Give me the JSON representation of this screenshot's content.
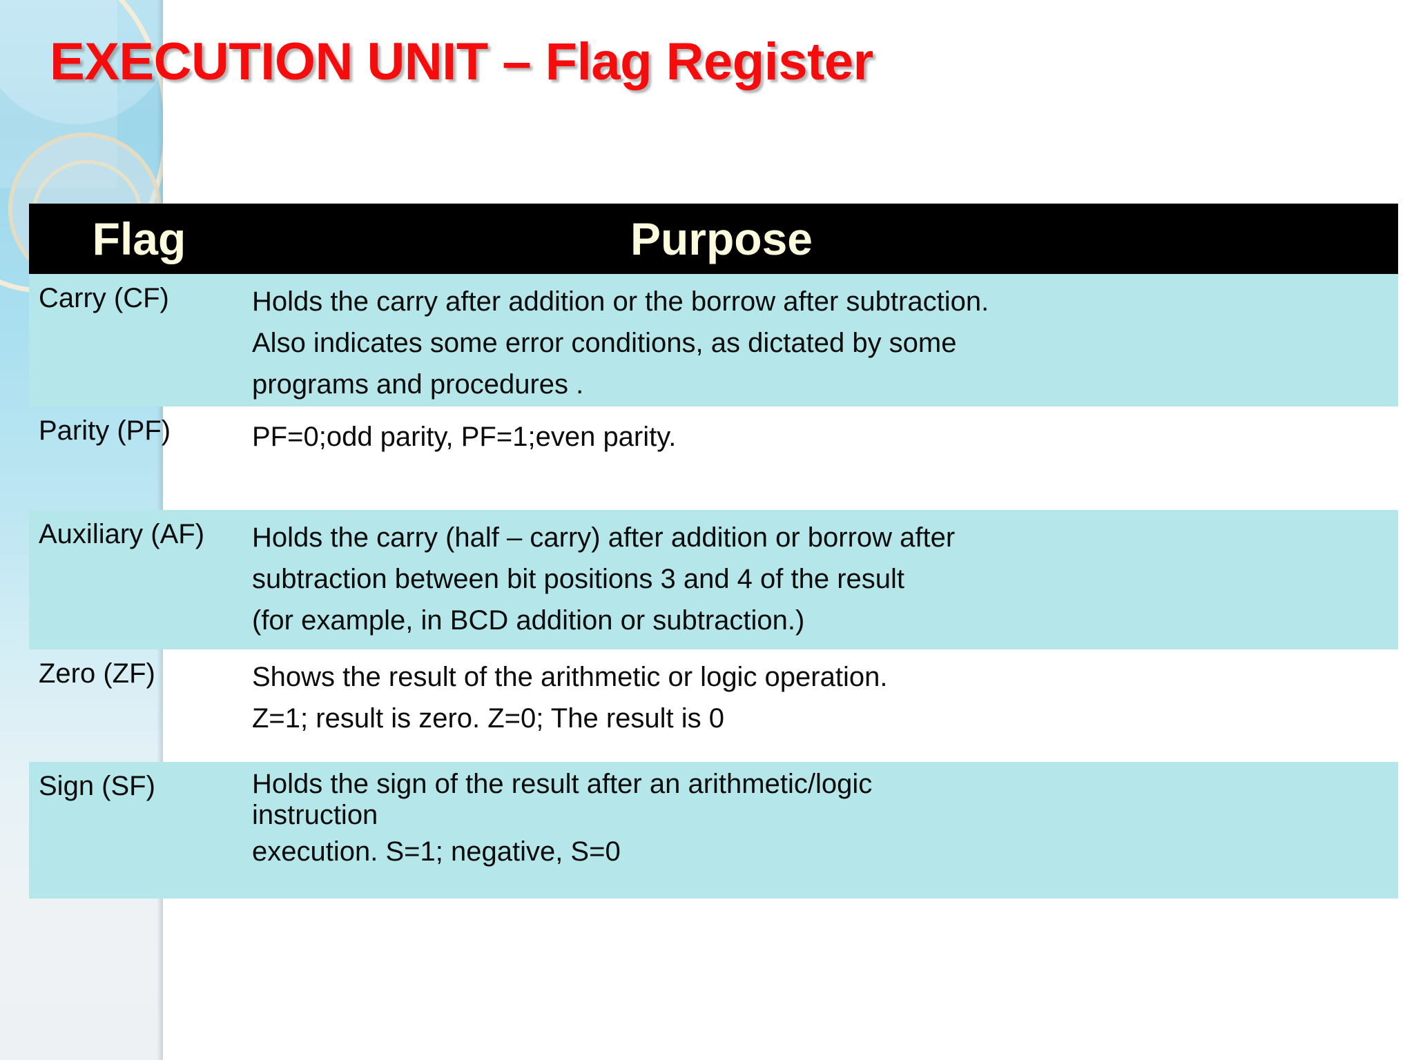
{
  "slide": {
    "title": "EXECUTION UNIT – Flag Register",
    "title_color": "#f50d0d",
    "background_color": "#ffffff",
    "accent_band_color": "#a8dcee"
  },
  "table": {
    "header": {
      "flag_label": "Flag",
      "purpose_label": "Purpose",
      "background_color": "#000000",
      "text_color": "#fcfbdd"
    },
    "row_shade_color": "#b5e6e9",
    "rows": [
      {
        "flag": "Carry (CF)",
        "purpose_lines": [
          "Holds the carry after addition or the borrow after subtraction.",
          "Also indicates some error conditions, as dictated by some",
          "programs and procedures ."
        ],
        "shaded": true
      },
      {
        "flag": "Parity (PF)",
        "purpose_lines": [
          "PF=0;odd parity, PF=1;even parity."
        ],
        "shaded": false
      },
      {
        "flag": "Auxiliary (AF)",
        "purpose_lines": [
          "Holds the carry (half – carry) after addition or borrow after",
          "subtraction between bit positions 3 and 4 of the result",
          "(for example, in BCD addition or subtraction.)"
        ],
        "shaded": true
      },
      {
        "flag": "Zero (ZF)",
        "purpose_lines": [
          "Shows the result of the arithmetic or logic operation.",
          "Z=1; result is zero. Z=0; The result is 0"
        ],
        "shaded": false
      },
      {
        "flag": "Sign (SF)",
        "purpose_lines": [
          "Holds the sign of the result after an arithmetic/logic",
          "instruction",
          "execution. S=1; negative, S=0"
        ],
        "shaded": true
      }
    ]
  }
}
